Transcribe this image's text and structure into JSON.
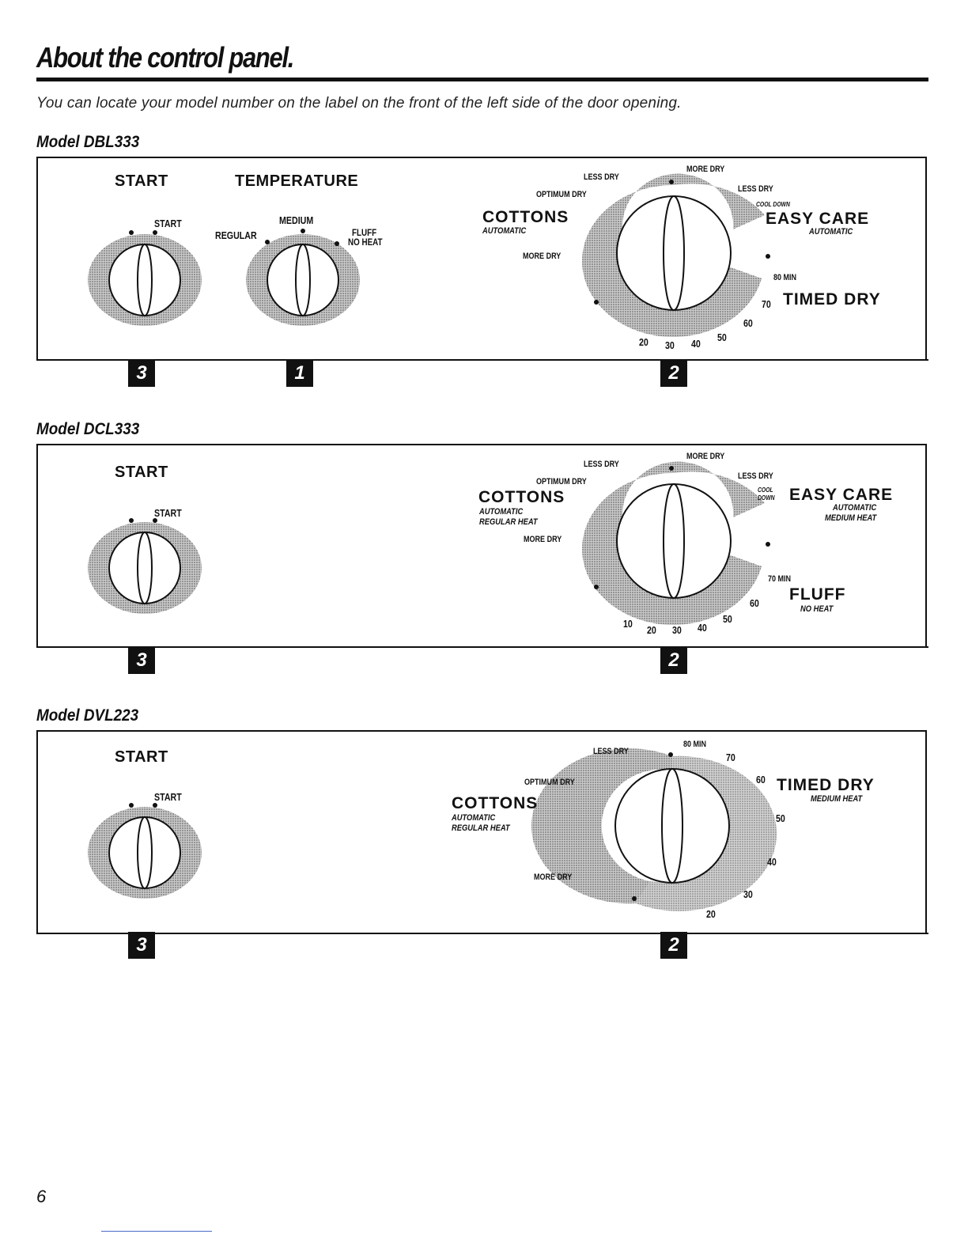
{
  "page": {
    "title": "About the control panel.",
    "subtitle": "You can locate your model number on the label on the front of the left side of the door opening.",
    "page_number": "6"
  },
  "models": [
    {
      "name": "Model DBL333",
      "headers": {
        "start": "START",
        "temperature": "TEMPERATURE"
      },
      "start_knob_label": "START",
      "temperature_labels": {
        "regular": "REGULAR",
        "medium": "MEDIUM",
        "fluff": "FLUFF",
        "no_heat": "NO HEAT"
      },
      "dial": {
        "less_dry_left": "LESS DRY",
        "more_dry_top": "MORE DRY",
        "optimum_dry": "OPTIMUM DRY",
        "less_dry_right": "LESS DRY",
        "cool_down": "COOL DOWN",
        "more_dry_left": "MORE DRY",
        "cottons": "COTTONS",
        "cottons_sub": "AUTOMATIC",
        "easy_care": "EASY CARE",
        "easy_care_sub": "AUTOMATIC",
        "timed": "TIMED DRY",
        "timed_max": "80 MIN",
        "ticks": [
          "70",
          "60",
          "50",
          "40",
          "30",
          "20"
        ]
      },
      "badges": [
        "3",
        "1",
        "2"
      ]
    },
    {
      "name": "Model DCL333",
      "headers": {
        "start": "START"
      },
      "start_knob_label": "START",
      "dial": {
        "less_dry_left": "LESS DRY",
        "more_dry_top": "MORE DRY",
        "optimum_dry": "OPTIMUM DRY",
        "less_dry_right": "LESS DRY",
        "cool": "COOL",
        "down": "DOWN",
        "more_dry_left": "MORE DRY",
        "cottons": "COTTONS",
        "cottons_sub1": "AUTOMATIC",
        "cottons_sub2": "REGULAR HEAT",
        "easy_care": "EASY CARE",
        "easy_care_sub1": "AUTOMATIC",
        "easy_care_sub2": "MEDIUM HEAT",
        "fluff": "FLUFF",
        "fluff_sub": "NO HEAT",
        "fluff_max": "70 MIN",
        "ticks": [
          "60",
          "50",
          "40",
          "30",
          "20",
          "10"
        ]
      },
      "badges": [
        "3",
        "2"
      ]
    },
    {
      "name": "Model DVL223",
      "headers": {
        "start": "START"
      },
      "start_knob_label": "START",
      "dial": {
        "less_dry_left": "LESS DRY",
        "optimum_dry": "OPTIMUM DRY",
        "more_dry_left": "MORE DRY",
        "cottons": "COTTONS",
        "cottons_sub1": "AUTOMATIC",
        "cottons_sub2": "REGULAR HEAT",
        "timed": "TIMED DRY",
        "timed_sub": "MEDIUM HEAT",
        "timed_max": "80 MIN",
        "ticks": [
          "70",
          "60",
          "50",
          "40",
          "30",
          "20"
        ]
      },
      "badges": [
        "3",
        "2"
      ]
    }
  ]
}
